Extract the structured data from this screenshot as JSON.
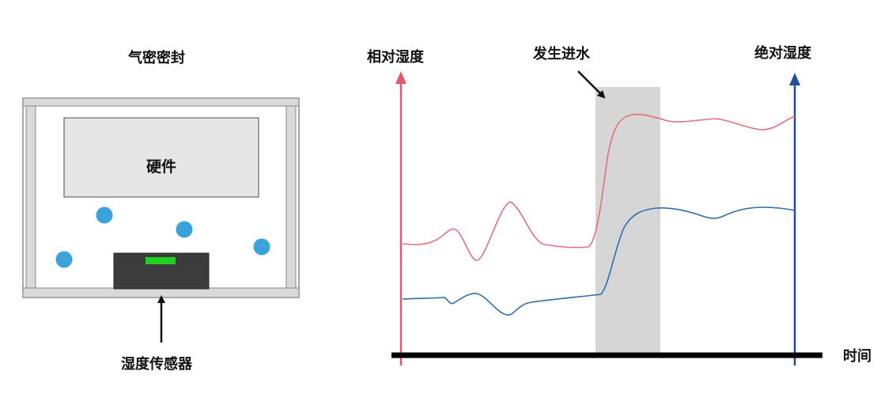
{
  "left_panel": {
    "title": "气密密封",
    "hardware_label": "硬件",
    "sensor_label": "湿度传感器"
  },
  "right_panel": {
    "relative_axis_label": "相对湿度",
    "absolute_axis_label": "绝对湿度",
    "water_event_label": "发生进水",
    "time_axis_label": "时间"
  },
  "colors": {
    "relative_humidity": "#e0707d",
    "absolute_humidity": "#2d6db0",
    "relative_axis": "#e05a6e",
    "absolute_axis": "#1f4f9a",
    "droplet": "#3ba3dc",
    "sensor_body": "#3c3c3c",
    "sensor_display": "#22d022",
    "shaded_region": "#d6d6d6"
  }
}
